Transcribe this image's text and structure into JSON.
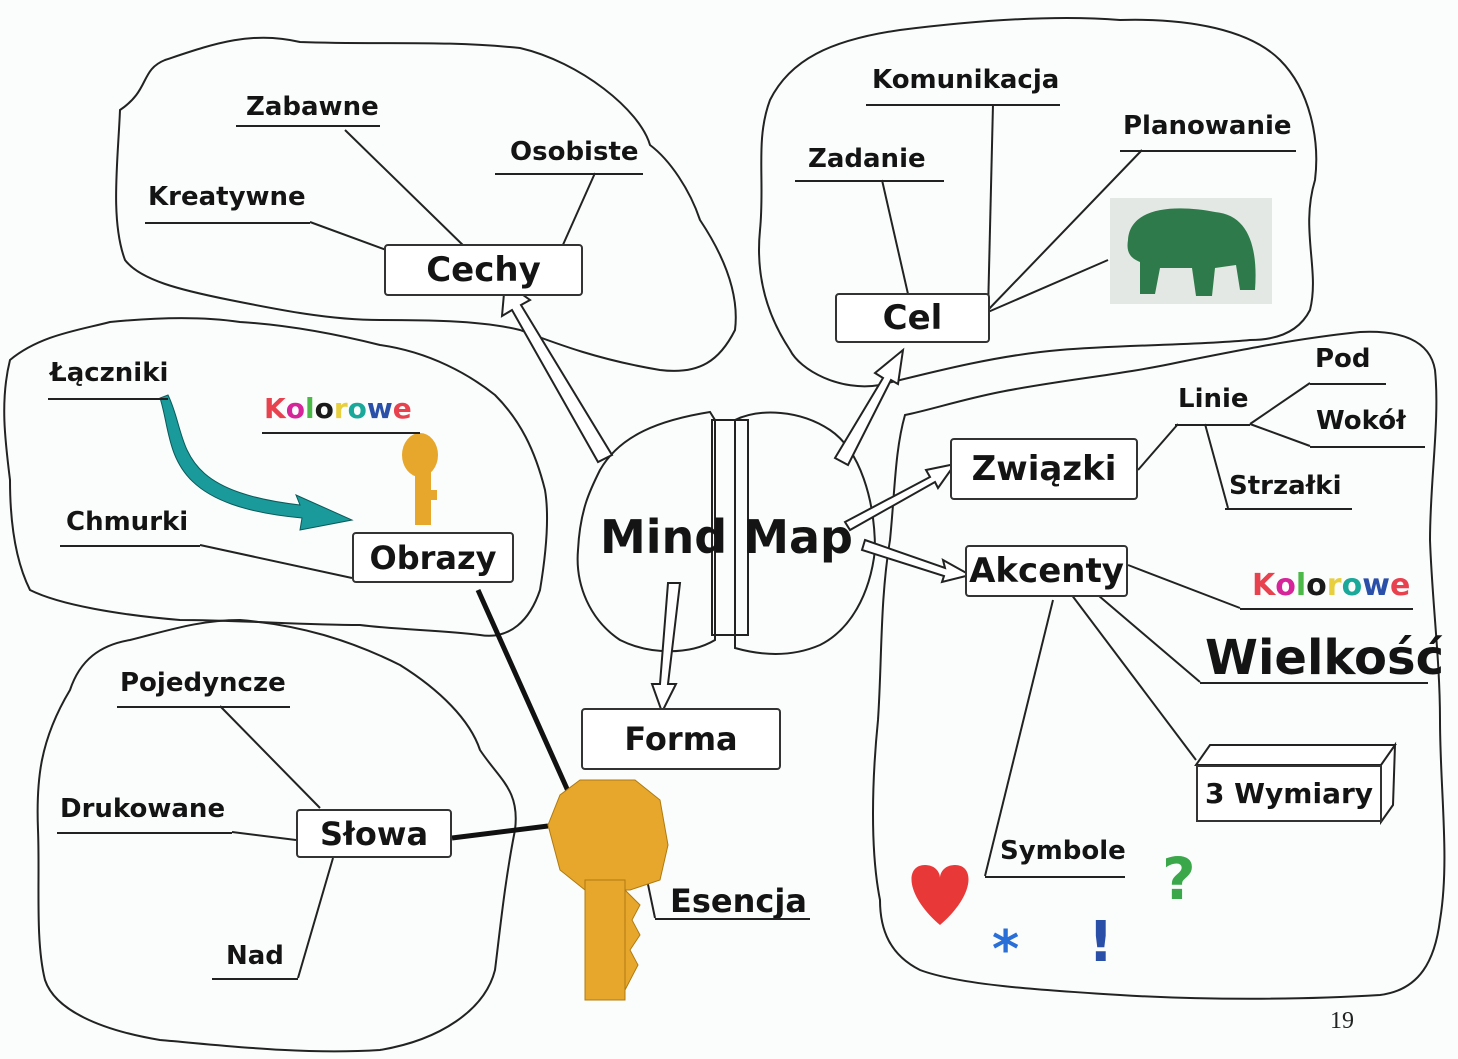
{
  "center": "Mind Map",
  "branches": {
    "cechy": {
      "label": "Cechy",
      "items": [
        "Zabawne",
        "Osobiste",
        "Kreatywne"
      ]
    },
    "cel": {
      "label": "Cel",
      "items": [
        "Komunikacja",
        "Planowanie",
        "Zadanie"
      ]
    },
    "obrazy": {
      "label": "Obrazy",
      "items": [
        "Łączniki",
        "Kolorowe",
        "Chmurki"
      ]
    },
    "forma": {
      "label": "Forma"
    },
    "slowa": {
      "label": "Słowa",
      "items": [
        "Pojedyncze",
        "Drukowane",
        "Nad"
      ]
    },
    "esencja": {
      "label": "Esencja"
    },
    "zwiazki": {
      "label": "Związki",
      "linie": "Linie",
      "items": [
        "Pod",
        "Wokół",
        "Strzałki"
      ]
    },
    "akcenty": {
      "label": "Akcenty",
      "items": [
        "Kolorowe",
        "Wielkość",
        "3 Wymiary",
        "Symbole"
      ]
    }
  },
  "symbols": {
    "exclamation": "!",
    "question": "?",
    "asterisk": "*"
  },
  "colors": {
    "kolorowe_letters": [
      "#e8424f",
      "#d6249a",
      "#4cb848",
      "#1a1a1a",
      "#e8cf3e",
      "#1aa89a",
      "#2a4fa8",
      "#e8424f"
    ],
    "key": "#e6a72c",
    "arrow_teal": "#1a9a9a",
    "heart": "#e83838",
    "symbol_blue": "#2a6fd8",
    "question_green": "#3aa84a"
  },
  "page_number": "19"
}
